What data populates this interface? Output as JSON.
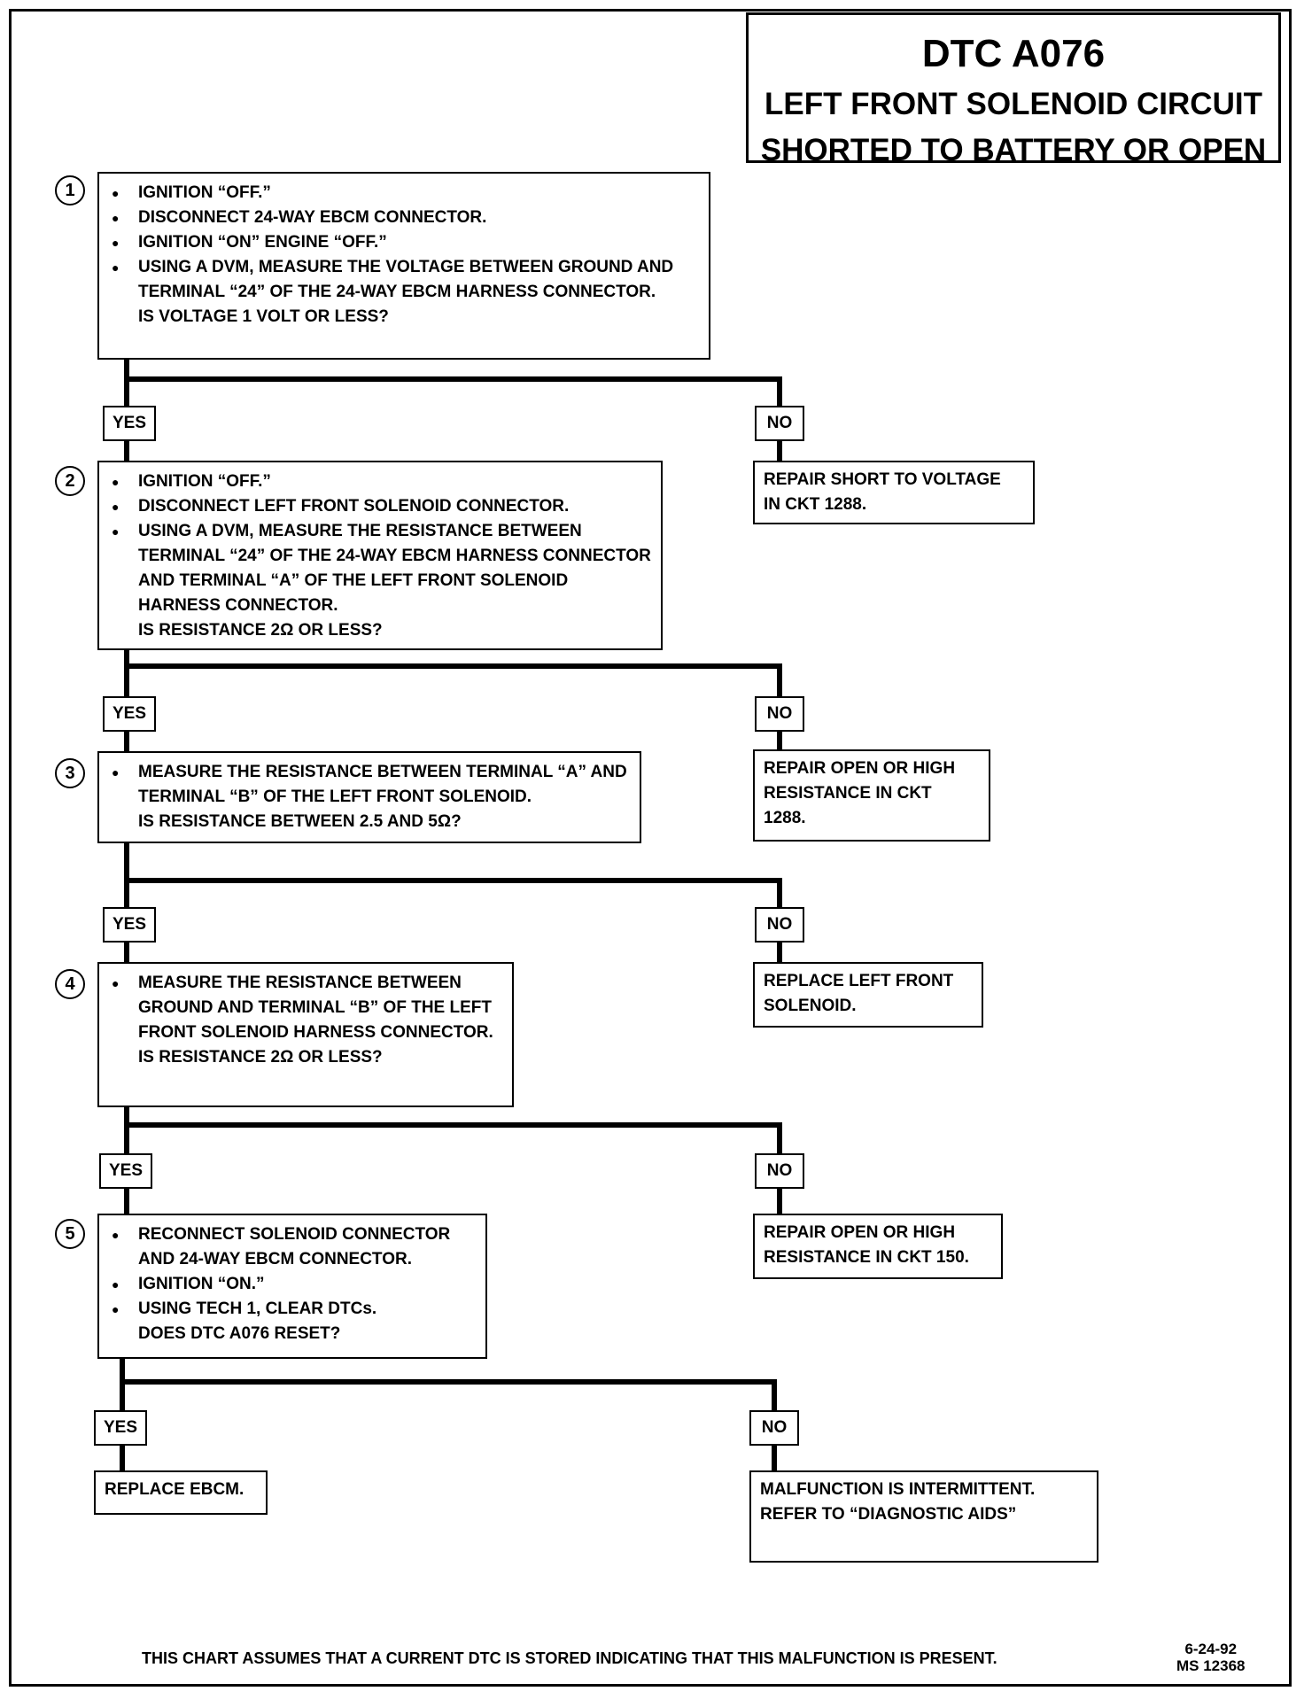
{
  "title": {
    "main": "DTC A076",
    "sub1": "LEFT FRONT SOLENOID CIRCUIT",
    "sub2": "SHORTED TO BATTERY OR OPEN"
  },
  "steps": [
    {
      "number": "1",
      "items": [
        "IGNITION “OFF.”",
        "DISCONNECT 24-WAY EBCM CONNECTOR.",
        "IGNITION “ON” ENGINE “OFF.”",
        "USING A DVM, MEASURE THE VOLTAGE BETWEEN GROUND AND TERMINAL “24” OF THE 24-WAY EBCM HARNESS CONNECTOR."
      ],
      "question": "IS VOLTAGE 1 VOLT OR LESS?"
    },
    {
      "number": "2",
      "items": [
        "IGNITION “OFF.”",
        "DISCONNECT LEFT FRONT SOLENOID CONNECTOR.",
        "USING A DVM, MEASURE THE RESISTANCE BETWEEN TERMINAL “24” OF THE 24-WAY EBCM HARNESS CONNECTOR AND TERMINAL “A” OF THE LEFT FRONT SOLENOID HARNESS CONNECTOR."
      ],
      "question": "IS RESISTANCE 2Ω OR LESS?"
    },
    {
      "number": "3",
      "items": [
        "MEASURE THE RESISTANCE BETWEEN TERMINAL “A” AND TERMINAL “B” OF THE LEFT FRONT SOLENOID."
      ],
      "question": "IS RESISTANCE BETWEEN 2.5 AND 5Ω?"
    },
    {
      "number": "4",
      "items": [
        "MEASURE THE RESISTANCE BETWEEN GROUND AND TERMINAL “B” OF THE LEFT FRONT SOLENOID HARNESS CONNECTOR."
      ],
      "question": "IS RESISTANCE 2Ω OR LESS?"
    },
    {
      "number": "5",
      "items": [
        "RECONNECT SOLENOID CONNECTOR AND 24-WAY EBCM CONNECTOR.",
        "IGNITION “ON.”",
        "USING TECH 1, CLEAR DTCs."
      ],
      "question": "DOES DTC A076 RESET?"
    }
  ],
  "labels": {
    "yes": "YES",
    "no": "NO"
  },
  "no_results": [
    "REPAIR SHORT TO VOLTAGE\nIN CKT 1288.",
    "REPAIR OPEN OR HIGH\nRESISTANCE IN CKT\n1288.",
    "REPLACE LEFT FRONT\nSOLENOID.",
    "REPAIR OPEN OR HIGH\nRESISTANCE IN CKT 150.",
    "MALFUNCTION IS INTERMITTENT.\nREFER TO “DIAGNOSTIC AIDS”"
  ],
  "final_yes": "REPLACE EBCM.",
  "footer": "THIS CHART ASSUMES THAT A CURRENT DTC IS STORED INDICATING THAT THIS MALFUNCTION IS PRESENT.",
  "code": {
    "date": "6-24-92",
    "ms": "MS 12368"
  }
}
